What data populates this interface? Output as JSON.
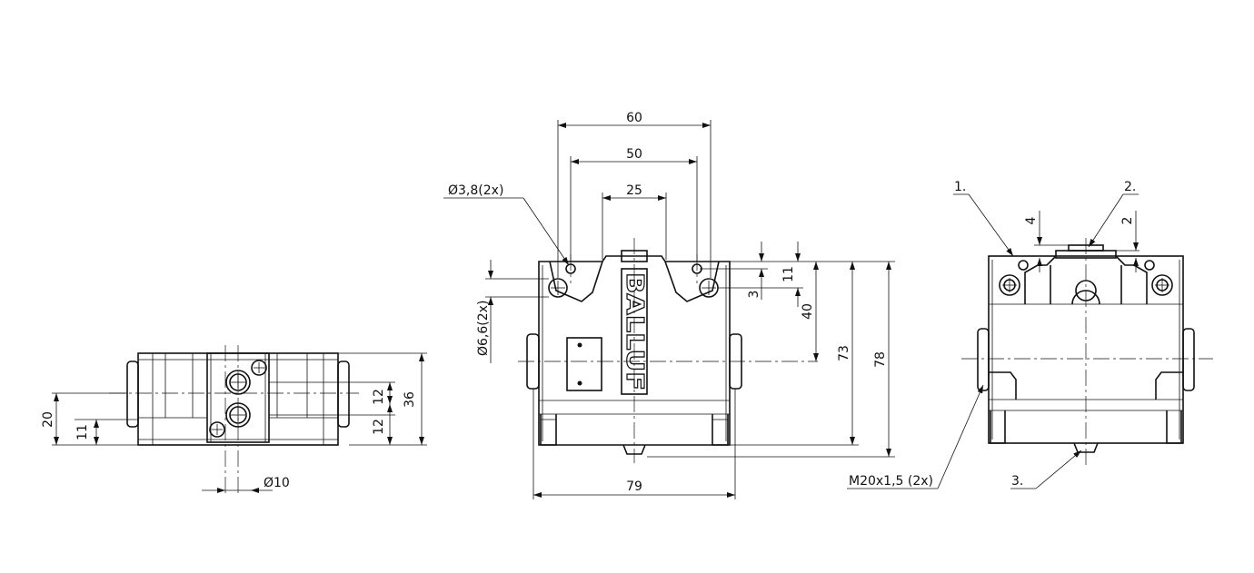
{
  "brand_logo": "BALLUF",
  "dimensions": {
    "width_60": "60",
    "width_50": "50",
    "width_25": "25",
    "hole_small": "Ø3,8(2x)",
    "hole_large": "Ø6,6(2x)",
    "height_11": "11",
    "offset_3": "3",
    "height_40": "40",
    "height_73": "73",
    "height_78": "78",
    "width_79": "79",
    "left_20": "20",
    "left_11": "11",
    "left_12a": "12",
    "left_12b": "12",
    "left_36": "36",
    "diameter_10": "Ø10",
    "right_4": "4",
    "right_2": "2",
    "thread": "M20x1,5 (2x)"
  },
  "callouts": {
    "c1": "1.",
    "c2": "2.",
    "c3": "3."
  }
}
